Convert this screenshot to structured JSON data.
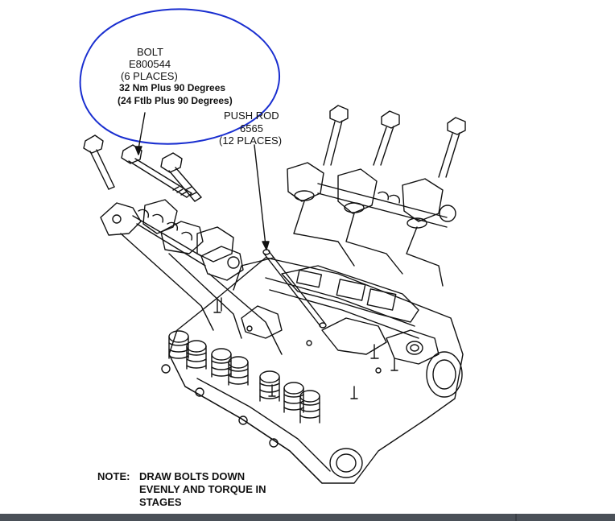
{
  "bolt_callout": {
    "title": "BOLT",
    "part_number": "E800544",
    "quantity": "(6 PLACES)",
    "torque_metric": "32 Nm Plus 90 Degrees",
    "torque_imperial": "(24 Ftlb Plus 90 Degrees)"
  },
  "pushrod_callout": {
    "title": "PUSH ROD",
    "part_number": "6565",
    "quantity": "(12 PLACES)"
  },
  "note": {
    "label": "NOTE:",
    "line1": "DRAW BOLTS DOWN",
    "line2": "EVENLY AND TORQUE IN",
    "line3": "STAGES"
  },
  "colors": {
    "ink": "#111111",
    "highlight_circle": "#1a2fd0",
    "bottom_bar": "#4a5058"
  }
}
